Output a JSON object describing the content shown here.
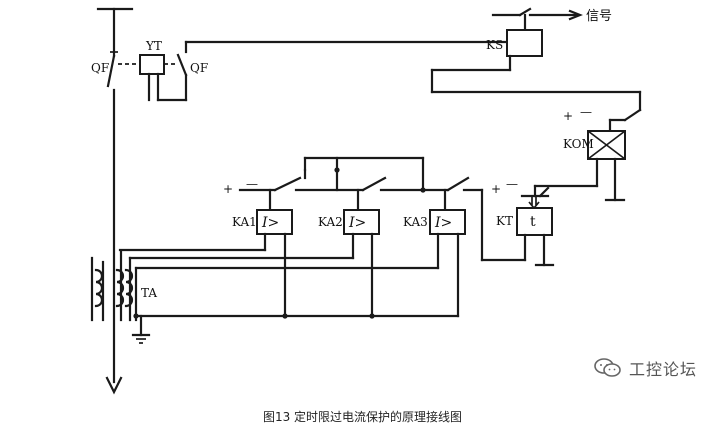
{
  "labels": {
    "qf_left": "QF",
    "qf_right": "QF",
    "yt": "YT",
    "ks": "KS",
    "signal": "信号",
    "kom": "KOM",
    "kt": "KT",
    "kt_symbol": "t",
    "ka1": "KA1",
    "ka2": "KA2",
    "ka3": "KA3",
    "ka_symbol": "I>",
    "ta": "TA",
    "plus": "+",
    "minus": "—"
  },
  "caption": "图13 定时限过电流保护的原理接线图",
  "watermark": "工控论坛",
  "colors": {
    "line": "#1a1a1a",
    "text": "#111111",
    "watermark": "#555555"
  }
}
